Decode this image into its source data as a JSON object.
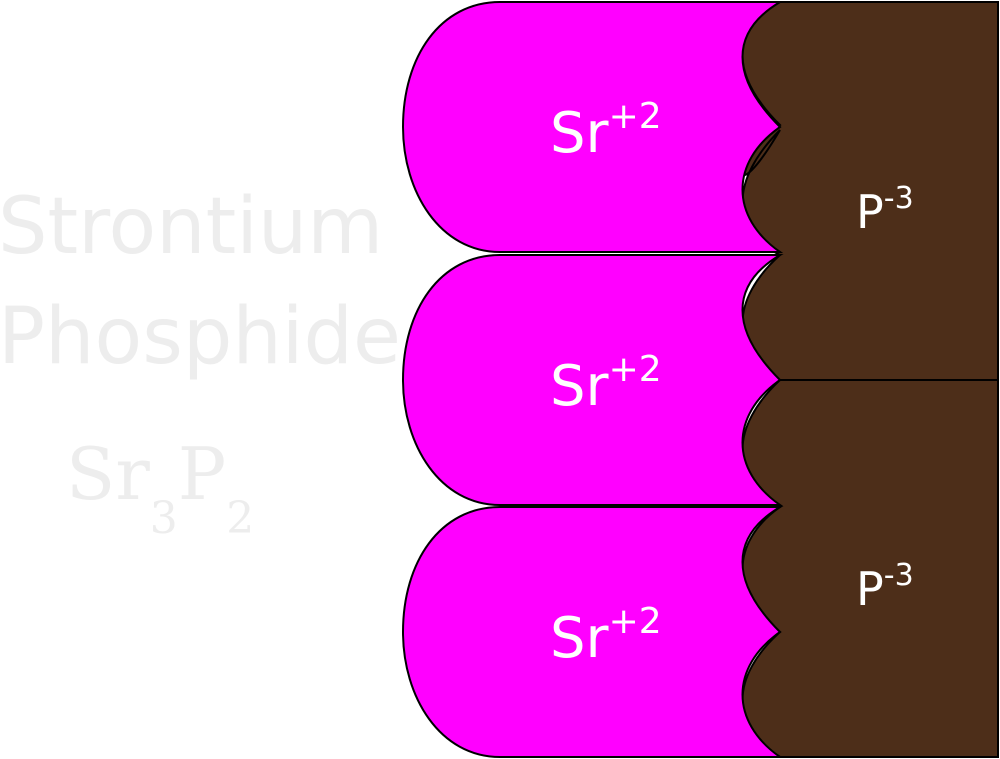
{
  "title": {
    "line1": "Strontium",
    "line2": "Phosphide"
  },
  "formula": {
    "symbol1": "Sr",
    "subscript1": "3",
    "symbol2": "P",
    "subscript2": "2"
  },
  "colors": {
    "cation": "#ff00ff",
    "anion": "#4d2e19",
    "label": "#ffffff",
    "title_ghost": "#ededed",
    "outline": "#000000"
  },
  "cations": [
    {
      "symbol": "Sr",
      "charge": "+2"
    },
    {
      "symbol": "Sr",
      "charge": "+2"
    },
    {
      "symbol": "Sr",
      "charge": "+2"
    }
  ],
  "anions": [
    {
      "symbol": "P",
      "charge": "-3"
    },
    {
      "symbol": "P",
      "charge": "-3"
    }
  ]
}
